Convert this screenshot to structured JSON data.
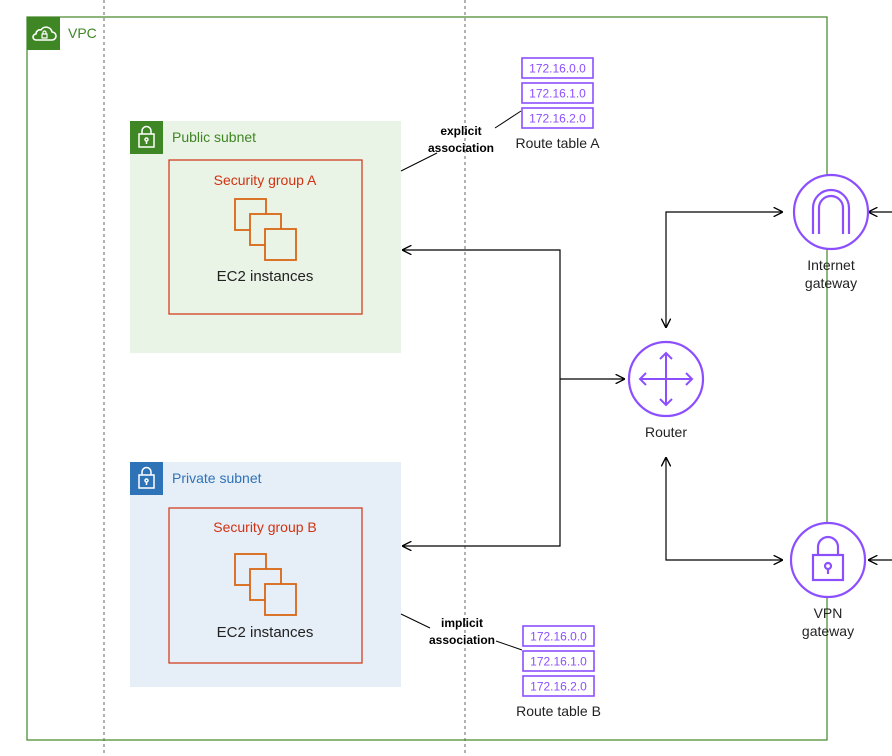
{
  "vpc": {
    "label": "VPC"
  },
  "public_subnet": {
    "label": "Public subnet",
    "security_group": "Security group A",
    "instances_label": "EC2 instances"
  },
  "private_subnet": {
    "label": "Private subnet",
    "security_group": "Security group B",
    "instances_label": "EC2 instances"
  },
  "route_table_a": {
    "label": "Route table A",
    "routes": [
      "172.16.0.0",
      "172.16.1.0",
      "172.16.2.0"
    ],
    "association": [
      "explicit",
      "association"
    ]
  },
  "route_table_b": {
    "label": "Route table B",
    "routes": [
      "172.16.0.0",
      "172.16.1.0",
      "172.16.2.0"
    ],
    "association": [
      "implicit",
      "association"
    ]
  },
  "router": {
    "label": "Router"
  },
  "internet_gateway": {
    "label": [
      "Internet",
      "gateway"
    ]
  },
  "vpn_gateway": {
    "label": [
      "VPN",
      "gateway"
    ]
  },
  "colors": {
    "vpc": "#3f8624",
    "public": "#3f8624",
    "public_fill": "#e9f3e6",
    "private": "#2e73b8",
    "private_fill": "#e6eef7",
    "security": "#d13212",
    "ec2": "#d86613",
    "network": "#8c4fff"
  }
}
